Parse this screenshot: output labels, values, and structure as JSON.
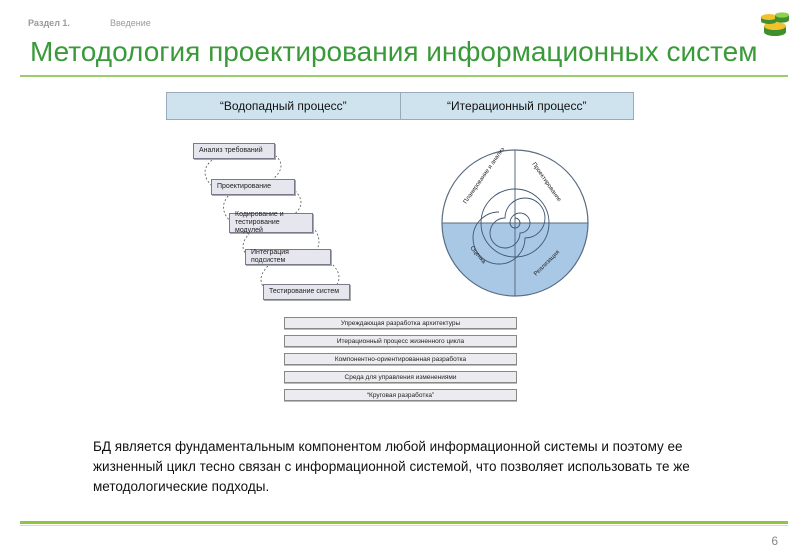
{
  "header": {
    "section_number": "Раздел 1.",
    "section_name": "Введение",
    "title": "Методология проектирования информационных систем"
  },
  "models_table": {
    "columns": [
      "“Водопадный процесс”",
      "“Итерационный процесс”"
    ]
  },
  "waterfall": {
    "steps": [
      "Анализ требований",
      "Проектирование",
      "Кодирование и тестирование модулей",
      "Интеграция подсистем",
      "Тестирование систем"
    ]
  },
  "spiral": {
    "quadrants": [
      "Планирование и анализ",
      "Проектирование",
      "Реализация",
      "Оценка"
    ],
    "colors": {
      "top": "#ffffff",
      "bottom": "#a9c8e6",
      "stroke": "#5a6c80"
    }
  },
  "methods": [
    "Упреждающая разработка архитектуры",
    "Итерационный процесс жизненного цикла",
    "Компонентно-ориентированная разработка",
    "Среда для управления изменениями",
    "“Круговая разработка”"
  ],
  "body_text": "БД является фундаментальным компонентом любой информационной системы и поэтому ее жизненный цикл тесно связан с информационной системой, что позволяет использовать те же методологические подходы.",
  "page_number": "6",
  "colors": {
    "title": "#3a9a3a",
    "accent_line": "#8cc63f"
  }
}
